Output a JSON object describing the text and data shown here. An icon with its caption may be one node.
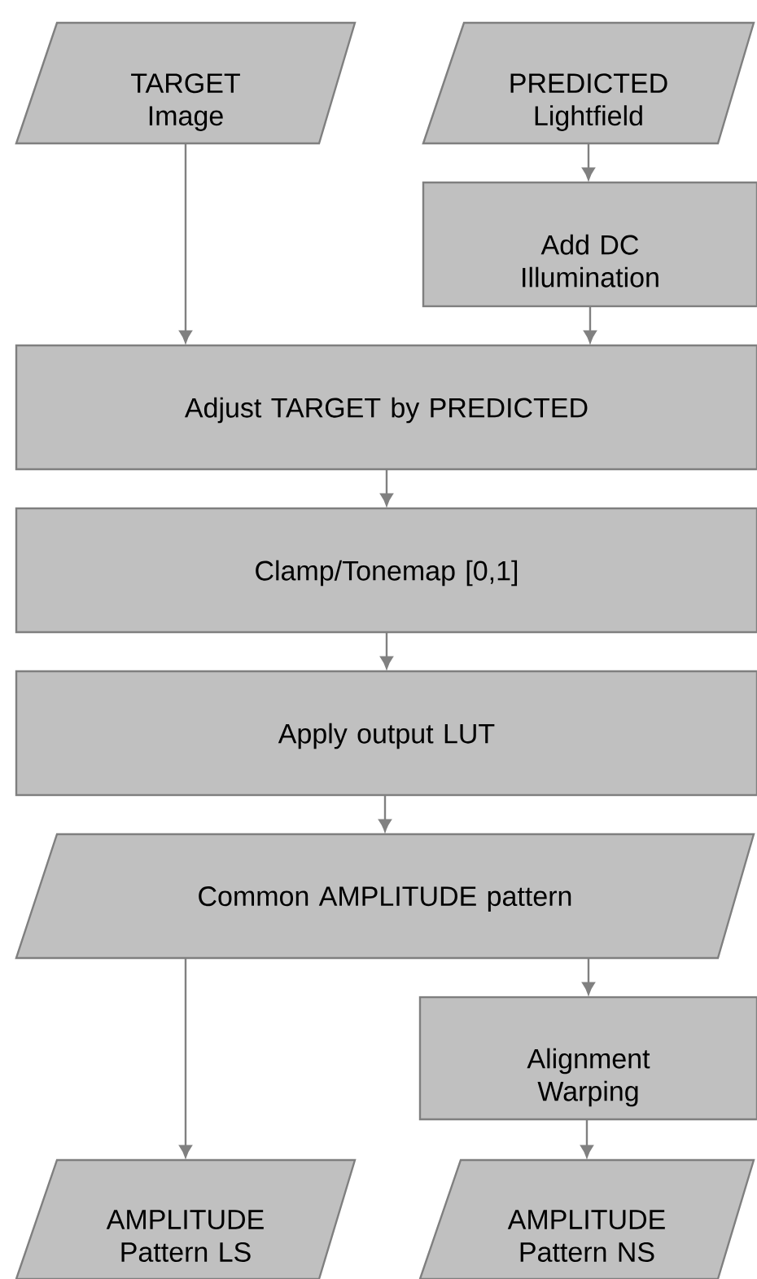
{
  "diagram": {
    "nodes": [
      {
        "text": [
          "TARGET Image"
        ]
      },
      {
        "text": [
          "PREDICTED Lightfield"
        ]
      },
      {
        "text": [
          "Add DC Illumination"
        ]
      },
      {
        "text": [
          "Adjust TARGET by PREDICTED"
        ]
      },
      {
        "text": [
          "Clamp/Tonemap [0,1]"
        ]
      },
      {
        "text": [
          "Apply output LUT"
        ]
      },
      {
        "text": [
          "Common AMPLITUDE pattern"
        ]
      },
      {
        "text": [
          "Alignment Warping"
        ]
      },
      {
        "text": [
          "AMPLITUDE Pattern LS"
        ]
      },
      {
        "text": [
          "AMPLITUDE Pattern NS"
        ]
      }
    ],
    "edges": [
      {
        "from": 0,
        "to": 3,
        "arrow": "to"
      },
      {
        "from": 1,
        "to": 2,
        "arrow": "to"
      },
      {
        "from": 2,
        "to": 3,
        "arrow": "to"
      },
      {
        "from": 3,
        "to": 4,
        "arrow": "to"
      },
      {
        "from": 4,
        "to": 5,
        "arrow": "to"
      },
      {
        "from": 5,
        "to": 6,
        "arrow": "to"
      },
      {
        "from": 6,
        "to": 8,
        "arrow": "to"
      },
      {
        "from": 6,
        "to": 7,
        "arrow": "to"
      },
      {
        "from": 7,
        "to": 9,
        "arrow": "to"
      }
    ]
  }
}
